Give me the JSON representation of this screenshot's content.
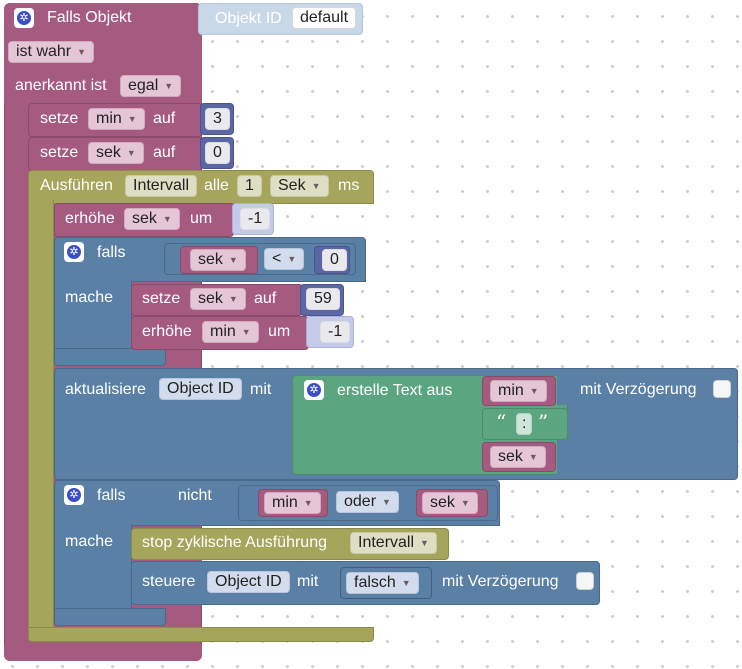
{
  "event": {
    "title": "Falls Objekt",
    "object_id_label": "Objekt ID",
    "object_id_value": "default",
    "condition": "ist wahr",
    "ack_label": "anerkannt ist",
    "ack_value": "egal"
  },
  "set_min": {
    "set_label": "setze",
    "var": "min",
    "to_label": "auf",
    "value": "3"
  },
  "set_sek": {
    "set_label": "setze",
    "var": "sek",
    "to_label": "auf",
    "value": "0"
  },
  "interval": {
    "run_label": "Ausführen",
    "name": "Intervall",
    "every_label": "alle",
    "value": "1",
    "unit": "Sek",
    "ms_label": "ms"
  },
  "dec_sek": {
    "label": "erhöhe",
    "var": "sek",
    "by_label": "um",
    "value": "-1"
  },
  "if1": {
    "if_label": "falls",
    "do_label": "mache",
    "left": "sek",
    "op": "<",
    "right": "0",
    "set_label": "setze",
    "set_var": "sek",
    "to_label": "auf",
    "set_value": "59",
    "inc_label": "erhöhe",
    "inc_var": "min",
    "by_label": "um",
    "inc_value": "-1"
  },
  "update": {
    "label": "aktualisiere",
    "object_id": "Object ID",
    "with_label": "mit",
    "text_label": "erstelle Text aus",
    "item1": "min",
    "quote_open": "“",
    "item2": ":",
    "quote_close": "”",
    "item3": "sek",
    "delay_label": "mit Verzögerung"
  },
  "if2": {
    "if_label": "falls",
    "not_label": "nicht",
    "left": "min",
    "op": "oder",
    "right": "sek",
    "do_label": "mache",
    "stop_label": "stop zyklische Ausführung",
    "stop_value": "Intervall",
    "control_label": "steuere",
    "control_id": "Object ID",
    "with_label": "mit",
    "control_value": "falsch",
    "delay_label": "mit Verzögerung"
  }
}
